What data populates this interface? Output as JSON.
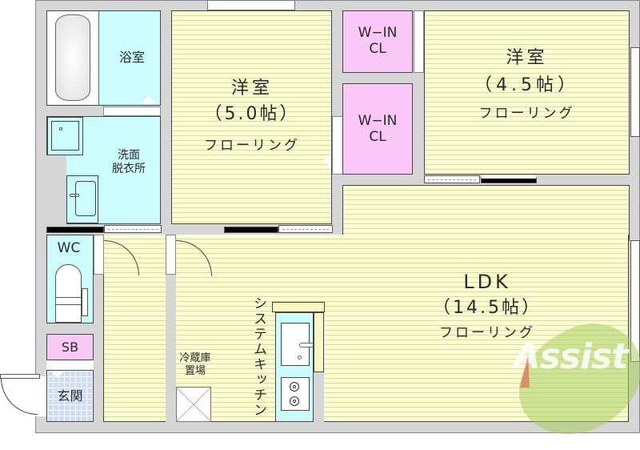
{
  "floorplan": {
    "rooms": {
      "bathroom": {
        "label": "浴室"
      },
      "washroom": {
        "label": "洗面\n脱衣所"
      },
      "western_room_1": {
        "name": "洋室",
        "size": "（5.0帖）",
        "floor": "フローリング"
      },
      "walkin_closet_1": {
        "label": "W−IN\nCL"
      },
      "walkin_closet_2": {
        "label": "W−IN\nCL"
      },
      "western_room_2": {
        "name": "洋室",
        "size": "（4.5帖）",
        "floor": "フローリング"
      },
      "toilet": {
        "label": "WC"
      },
      "shoe_box": {
        "label": "SB"
      },
      "entrance": {
        "label": "玄関"
      },
      "ldk": {
        "name": "LDK",
        "size": "（14.5帖）",
        "floor": "フローリング"
      },
      "kitchen": {
        "label": "システムキッチン"
      },
      "fridge_space": {
        "label": "冷蔵庫\n置場"
      }
    },
    "watermark": {
      "text": "Assist",
      "color": "#a8d060",
      "accent": "#e07060"
    },
    "colors": {
      "wall": "#d6d6d6",
      "flooring": "#fdfdd2",
      "wet_area": "#ccfcfd",
      "closet": "#f9c8f6",
      "entrance": "#cdddf5"
    }
  }
}
